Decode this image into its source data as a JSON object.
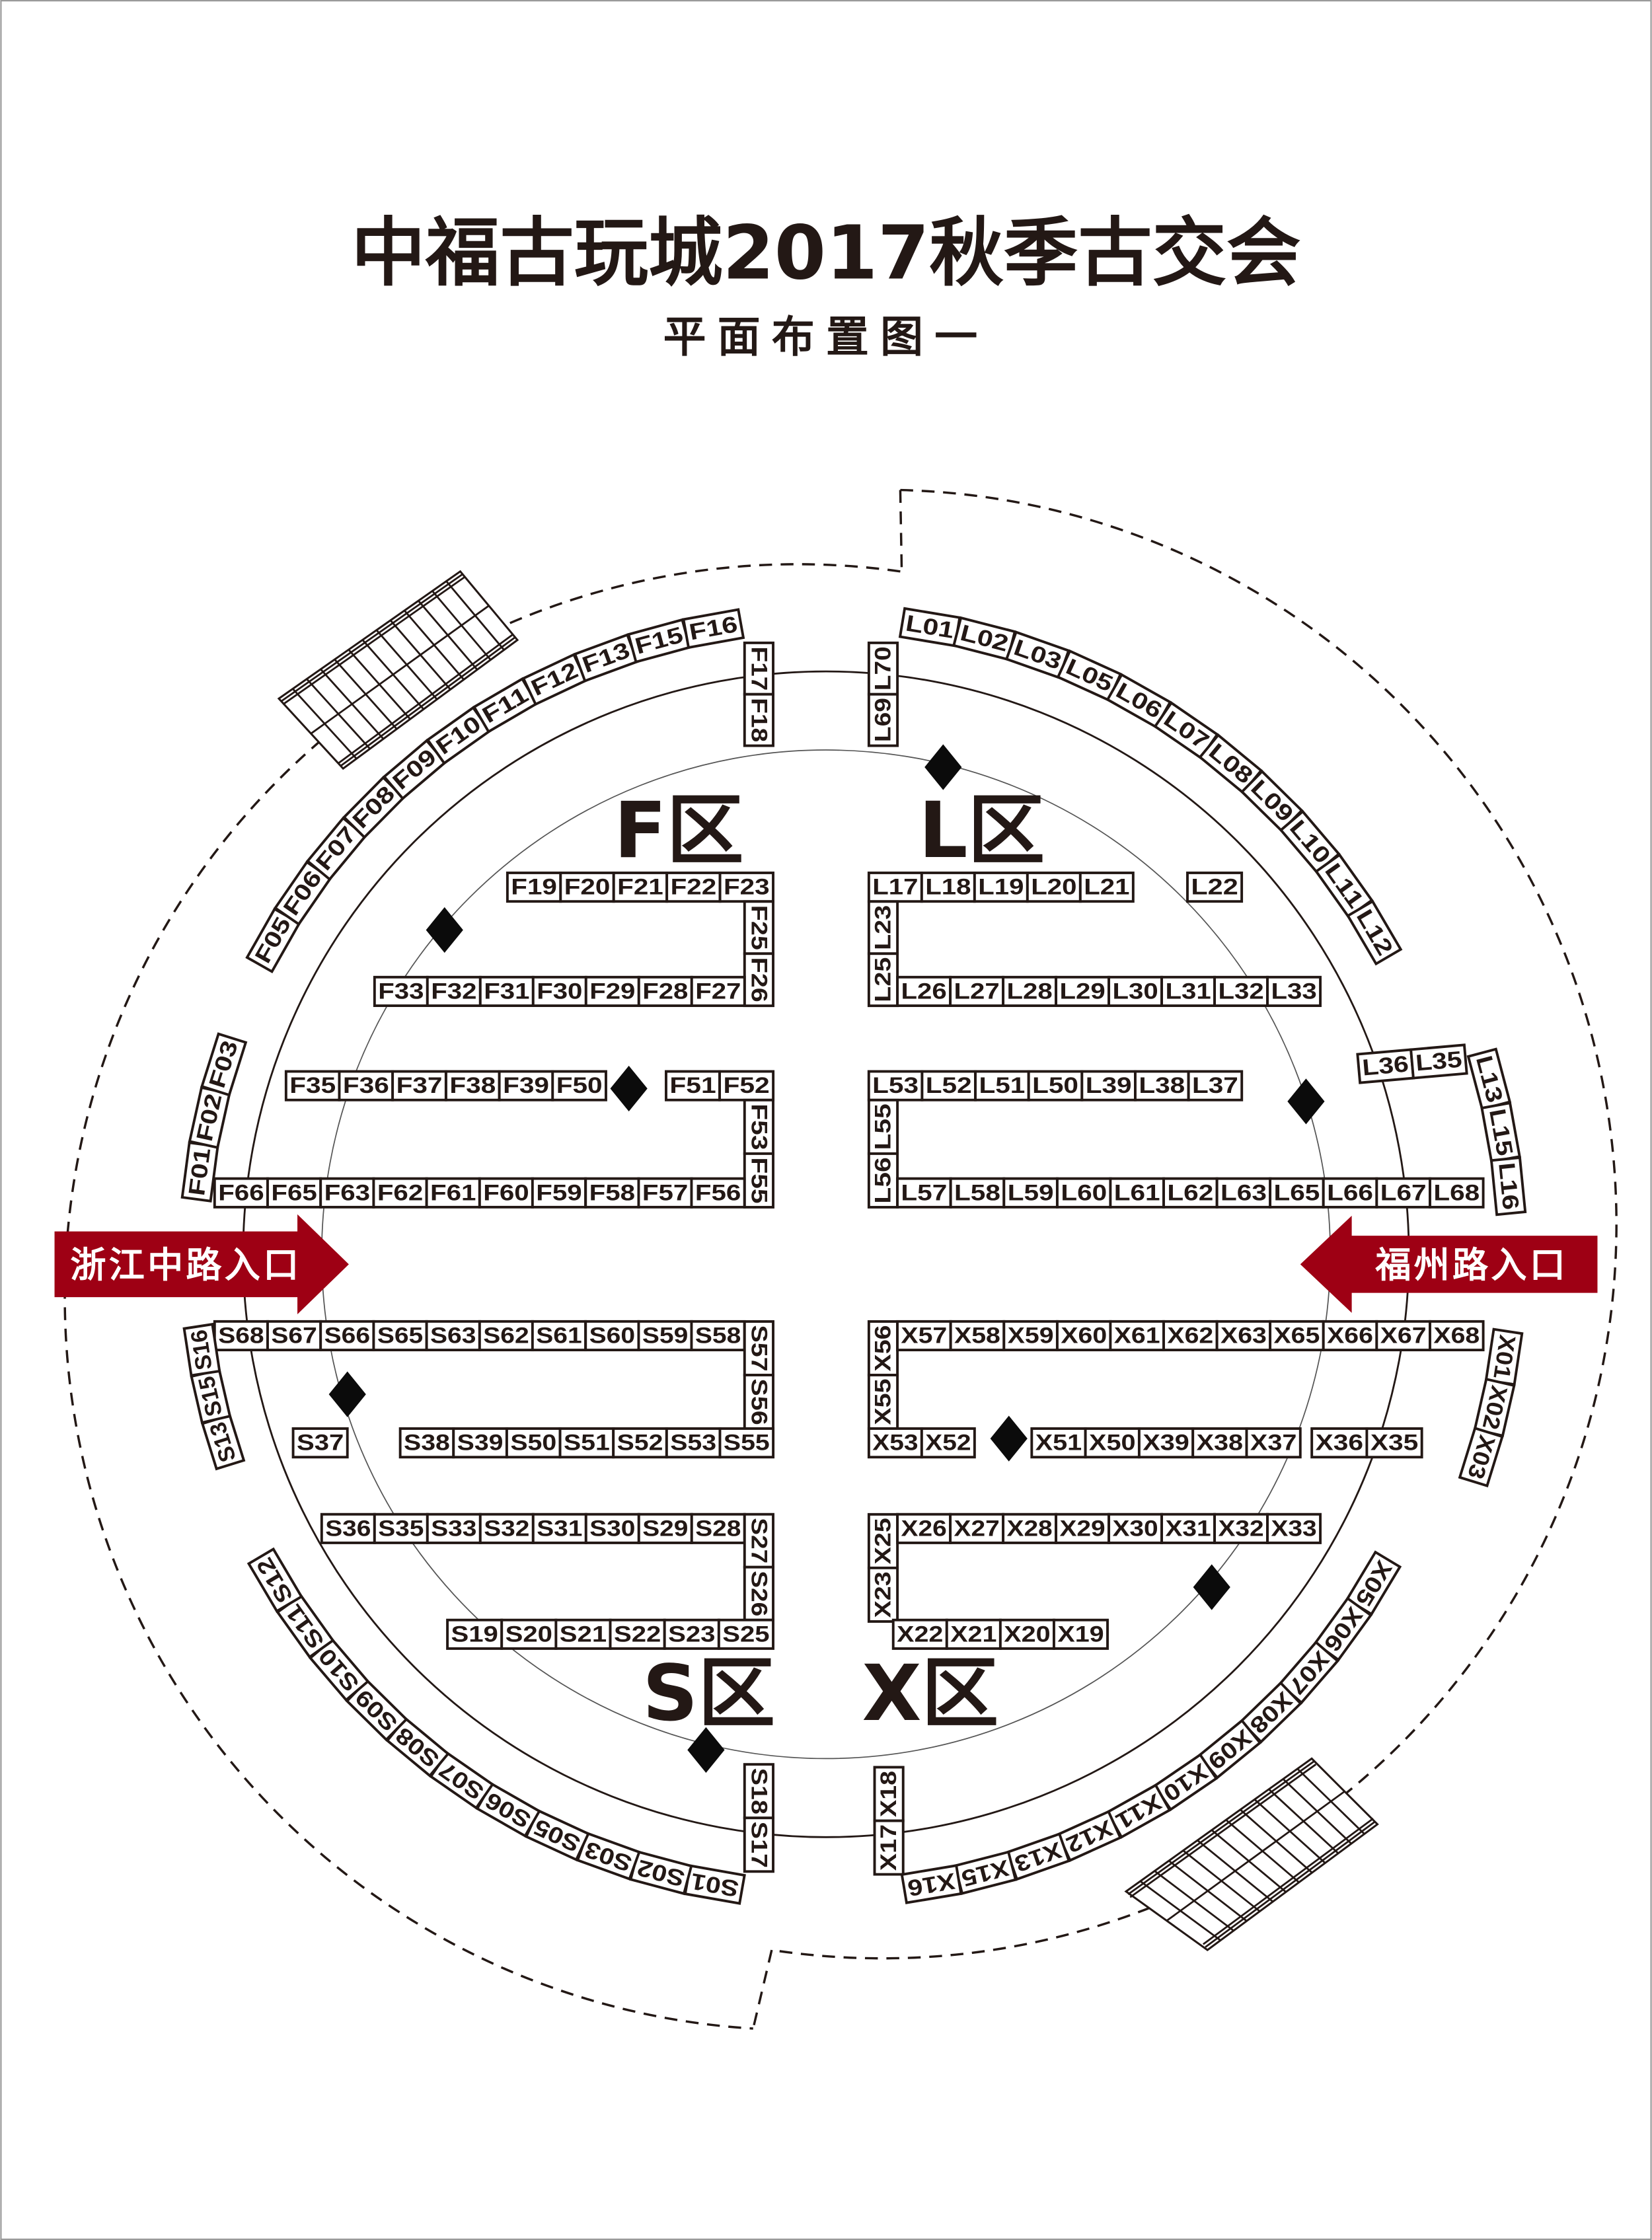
{
  "title": "中福古玩城2017秋季古交会",
  "subtitle": "平面布置图一",
  "entrances": {
    "west": {
      "label": "浙江中路入口"
    },
    "east": {
      "label": "福州路入口"
    }
  },
  "colors": {
    "entrance": "#9e0014",
    "line": "#231815"
  },
  "zones": {
    "F": {
      "label": "F区",
      "groups": {
        "arc_outer": [
          "F05",
          "F06",
          "F07",
          "F08",
          "F09",
          "F10",
          "F11",
          "F12",
          "F13",
          "F15",
          "F16"
        ],
        "arc_side": [
          "F01",
          "F02",
          "F03"
        ],
        "top_pair": [
          "F17",
          "F18"
        ],
        "row1": [
          "F19",
          "F20",
          "F21",
          "F22",
          "F23"
        ],
        "col1": [
          "F25",
          "F26"
        ],
        "row2": [
          "F33",
          "F32",
          "F31",
          "F30",
          "F29",
          "F28",
          "F27"
        ],
        "row3a": [
          "F35",
          "F36",
          "F37",
          "F38",
          "F39",
          "F50"
        ],
        "row3b": [
          "F51",
          "F52"
        ],
        "col2": [
          "F53",
          "F55"
        ],
        "row4": [
          "F66",
          "F65",
          "F63",
          "F62",
          "F61",
          "F60",
          "F59",
          "F58",
          "F57",
          "F56"
        ]
      }
    },
    "L": {
      "label": "L区",
      "groups": {
        "arc_outer": [
          "L01",
          "L02",
          "L03",
          "L05",
          "L06",
          "L07",
          "L08",
          "L09",
          "L10",
          "L11",
          "L12"
        ],
        "arc_side": [
          "L13",
          "L15",
          "L16"
        ],
        "top_pair": [
          "L70",
          "L69"
        ],
        "row1": [
          "L17",
          "L18",
          "L19",
          "L20",
          "L21"
        ],
        "single": [
          "L22"
        ],
        "col1": [
          "L23",
          "L25"
        ],
        "row2": [
          "L26",
          "L27",
          "L28",
          "L29",
          "L30",
          "L31",
          "L32",
          "L33"
        ],
        "row3": [
          "L53",
          "L52",
          "L51",
          "L50",
          "L39",
          "L38",
          "L37"
        ],
        "col2": [
          "L55",
          "L56"
        ],
        "row4": [
          "L57",
          "L58",
          "L59",
          "L60",
          "L61",
          "L62",
          "L63",
          "L65",
          "L66",
          "L67",
          "L68"
        ],
        "tilted": [
          "L36",
          "L35"
        ]
      }
    },
    "S": {
      "label": "S区",
      "groups": {
        "row1": [
          "S68",
          "S67",
          "S66",
          "S65",
          "S63",
          "S62",
          "S61",
          "S60",
          "S59",
          "S58"
        ],
        "col1": [
          "S57",
          "S56"
        ],
        "single": [
          "S37"
        ],
        "row2": [
          "S38",
          "S39",
          "S50",
          "S51",
          "S52",
          "S53",
          "S55"
        ],
        "row3": [
          "S36",
          "S35",
          "S33",
          "S32",
          "S31",
          "S30",
          "S29",
          "S28"
        ],
        "col2": [
          "S27",
          "S26"
        ],
        "row4": [
          "S19",
          "S20",
          "S21",
          "S22",
          "S23",
          "S25"
        ],
        "bottom_pair": [
          "S18",
          "S17"
        ],
        "arc_outer": [
          "S01",
          "S02",
          "S03",
          "S05",
          "S06",
          "S07",
          "S08",
          "S09",
          "S10",
          "S11",
          "S12"
        ],
        "arc_side": [
          "S13",
          "S15",
          "S16"
        ]
      }
    },
    "X": {
      "label": "X区",
      "groups": {
        "col1": [
          "X56",
          "X55"
        ],
        "row1": [
          "X57",
          "X58",
          "X59",
          "X60",
          "X61",
          "X62",
          "X63",
          "X65",
          "X66",
          "X67",
          "X68"
        ],
        "row2a": [
          "X53",
          "X52"
        ],
        "row2b": [
          "X51",
          "X50",
          "X39",
          "X38",
          "X37"
        ],
        "row2c": [
          "X36",
          "X35"
        ],
        "col2": [
          "X25",
          "X23"
        ],
        "row3": [
          "X26",
          "X27",
          "X28",
          "X29",
          "X30",
          "X31",
          "X32",
          "X33"
        ],
        "row4": [
          "X22",
          "X21",
          "X20",
          "X19"
        ],
        "bottom_pair": [
          "X18",
          "X17"
        ],
        "arc_outer": [
          "X05",
          "X06",
          "X07",
          "X08",
          "X09",
          "X10",
          "X11",
          "X12",
          "X13",
          "X15",
          "X16"
        ],
        "arc_side": [
          "X01",
          "X02",
          "X03"
        ]
      }
    }
  }
}
